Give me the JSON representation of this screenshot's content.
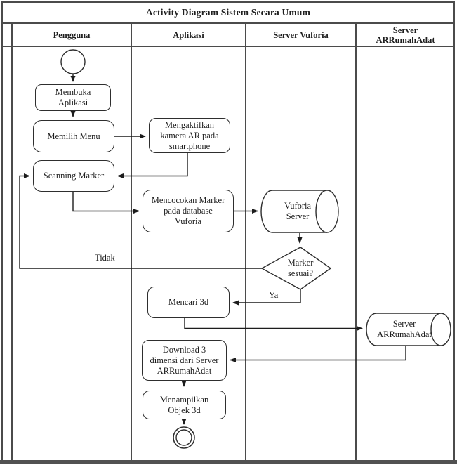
{
  "diagram": {
    "title": "Activity Diagram Sistem Secara Umum",
    "type": "uml-activity-diagram"
  },
  "lanes": [
    {
      "label": "Pengguna"
    },
    {
      "label": "Aplikasi"
    },
    {
      "label": "Server Vuforia"
    },
    {
      "label": "Server\nARRumahAdat"
    }
  ],
  "nodes": {
    "start": {
      "type": "initial-node"
    },
    "membuka": {
      "label": "Membuka\nAplikasi",
      "lane": "Pengguna"
    },
    "memilih": {
      "label": "Memilih Menu",
      "lane": "Pengguna"
    },
    "scanning": {
      "label": "Scanning Marker",
      "lane": "Pengguna"
    },
    "mengaktifkan": {
      "label": "Mengaktifkan\nkamera AR pada\nsmartphone",
      "lane": "Aplikasi"
    },
    "mencocokan": {
      "label": "Mencocokan Marker\npada database\nVuforia",
      "lane": "Aplikasi"
    },
    "vuforia_server": {
      "label": "Vuforia\nServer",
      "shape": "cylinder",
      "lane": "Server Vuforia"
    },
    "decision": {
      "label": "Marker\nsesuai?",
      "shape": "diamond",
      "lane": "Server Vuforia"
    },
    "mencari": {
      "label": "Mencari 3d",
      "lane": "Aplikasi"
    },
    "arr_server": {
      "label": "Server\nARRumahAdat",
      "shape": "cylinder",
      "lane": "Server ARRumahAdat"
    },
    "download": {
      "label": "Download 3\ndimensi dari Server\nARRumahAdat",
      "lane": "Aplikasi"
    },
    "menampilkan": {
      "label": "Menampilkan\nObjek 3d",
      "lane": "Aplikasi"
    },
    "end": {
      "type": "final-node"
    }
  },
  "edge_labels": {
    "tidak": "Tidak",
    "ya": "Ya"
  },
  "colors": {
    "background": "#ffffff",
    "lane_line": "#4b4b4b",
    "shape_border": "#2e2e2e",
    "text": "#1f1f1f"
  }
}
